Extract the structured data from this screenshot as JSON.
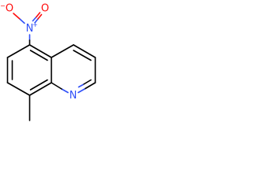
{
  "molecule": {
    "atoms": {
      "o_minus": {
        "symbol": "O",
        "charge": "−",
        "color": "#ff0d0d"
      },
      "n_nitro": {
        "symbol": "N",
        "charge": "+",
        "color": "#3050f8"
      },
      "o_double": {
        "symbol": "O",
        "color": "#ff0d0d"
      },
      "n_ring": {
        "symbol": "N",
        "color": "#3050f8"
      }
    }
  }
}
